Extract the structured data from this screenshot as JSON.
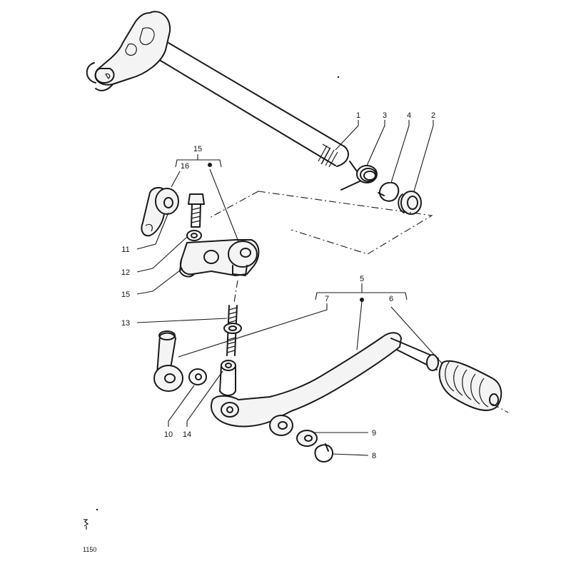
{
  "callouts": {
    "c1": "1",
    "c2": "2",
    "c3": "3",
    "c4": "4",
    "c5": "5",
    "c6": "6",
    "c7": "7",
    "c8": "8",
    "c9": "9",
    "c10": "10",
    "c11": "11",
    "c12": "12",
    "c13": "13",
    "c14": "14",
    "c15_group": "15",
    "c15_part": "15",
    "c16": "16"
  },
  "footer": {
    "code": "1150"
  }
}
